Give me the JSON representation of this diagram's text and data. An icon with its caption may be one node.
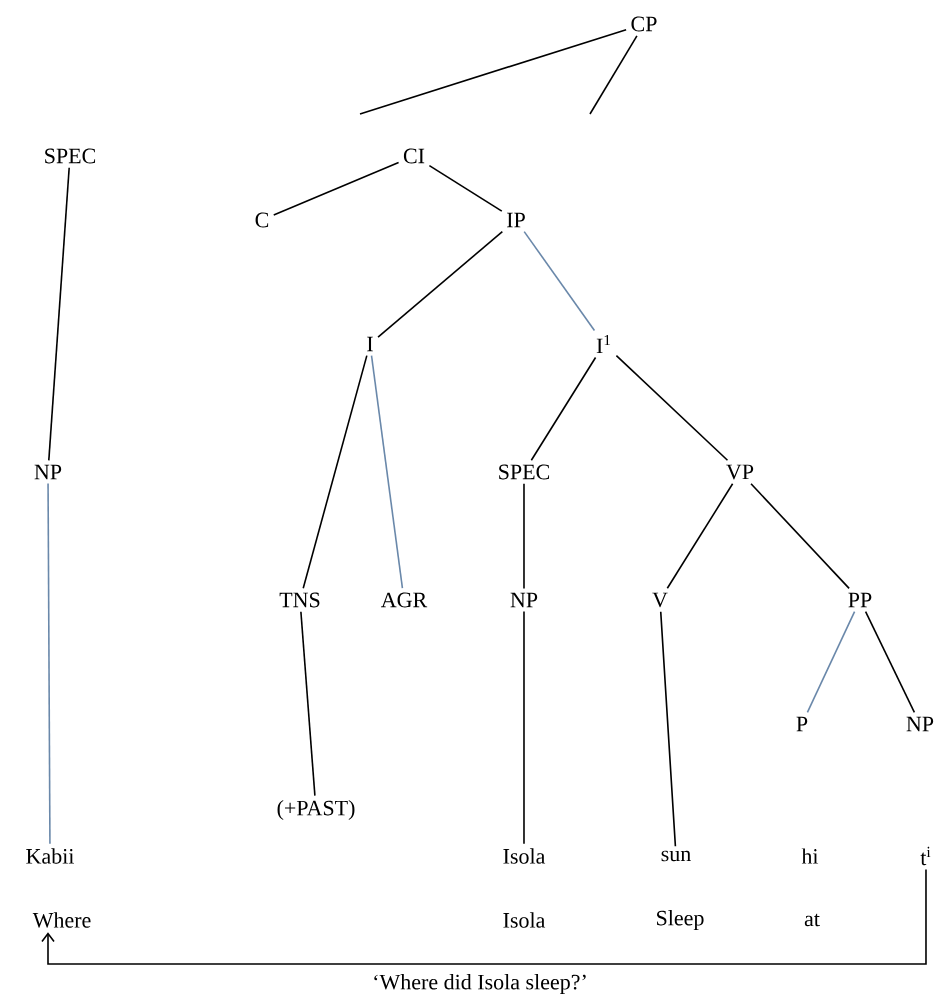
{
  "diagram": {
    "caption": "‘Where did Isola sleep?’",
    "nodes": [
      {
        "text": [
          "CP"
        ]
      },
      {
        "text": [
          "SPEC"
        ]
      },
      {
        "text": [
          "CI"
        ]
      },
      {
        "text": [
          "C"
        ]
      },
      {
        "text": [
          "IP"
        ]
      },
      {
        "text": [
          "I"
        ]
      },
      {
        "text": [
          "I$^{1}$"
        ]
      },
      {
        "text": [
          "NP"
        ]
      },
      {
        "text": [
          "SPEC"
        ]
      },
      {
        "text": [
          "VP"
        ]
      },
      {
        "text": [
          "TNS"
        ]
      },
      {
        "text": [
          "AGR"
        ]
      },
      {
        "text": [
          "NP"
        ]
      },
      {
        "text": [
          "V"
        ]
      },
      {
        "text": [
          "PP"
        ]
      },
      {
        "text": [
          "P"
        ]
      },
      {
        "text": [
          "NP"
        ]
      },
      {
        "text": [
          "(+PAST)"
        ]
      },
      {
        "text": [
          "Kabii"
        ]
      },
      {
        "text": [
          "Isola"
        ]
      },
      {
        "text": [
          "sun"
        ]
      },
      {
        "text": [
          "hi"
        ]
      },
      {
        "text": [
          "t$^{i}$"
        ]
      },
      {
        "text": [
          "Where"
        ]
      }
    ],
    "edges": [
      {
        "from": 0,
        "to": null,
        "arrow": "none"
      },
      {
        "from": 0,
        "to": null,
        "arrow": "none"
      },
      {
        "from": 2,
        "to": 3,
        "arrow": "none"
      },
      {
        "from": 2,
        "to": 4,
        "arrow": "none"
      },
      {
        "from": 4,
        "to": 5,
        "arrow": "none"
      },
      {
        "from": 4,
        "to": 6,
        "arrow": "none",
        "color": "#6a88aa"
      },
      {
        "from": 5,
        "to": 10,
        "arrow": "none"
      },
      {
        "from": 5,
        "to": 11,
        "arrow": "none",
        "color": "#6a88aa"
      },
      {
        "from": 6,
        "to": 8,
        "arrow": "none"
      },
      {
        "from": 6,
        "to": 9,
        "arrow": "none"
      },
      {
        "from": 9,
        "to": 13,
        "arrow": "none"
      },
      {
        "from": 9,
        "to": 14,
        "arrow": "none"
      },
      {
        "from": 14,
        "to": 15,
        "arrow": "none",
        "color": "#6a88aa"
      },
      {
        "from": 14,
        "to": 16,
        "arrow": "none"
      },
      {
        "from": 1,
        "to": 7,
        "arrow": "none"
      },
      {
        "from": 7,
        "to": 18,
        "arrow": "none",
        "color": "#6a88aa"
      },
      {
        "from": 10,
        "to": 17,
        "arrow": "none"
      },
      {
        "from": 8,
        "to": 12,
        "arrow": "none"
      },
      {
        "from": 12,
        "to": 19,
        "arrow": "none"
      },
      {
        "from": 13,
        "to": 20,
        "arrow": "none"
      },
      {
        "from": 22,
        "to": 23,
        "arrow": "to"
      }
    ],
    "labels": [
      "Isola",
      "Sleep",
      "at"
    ]
  }
}
